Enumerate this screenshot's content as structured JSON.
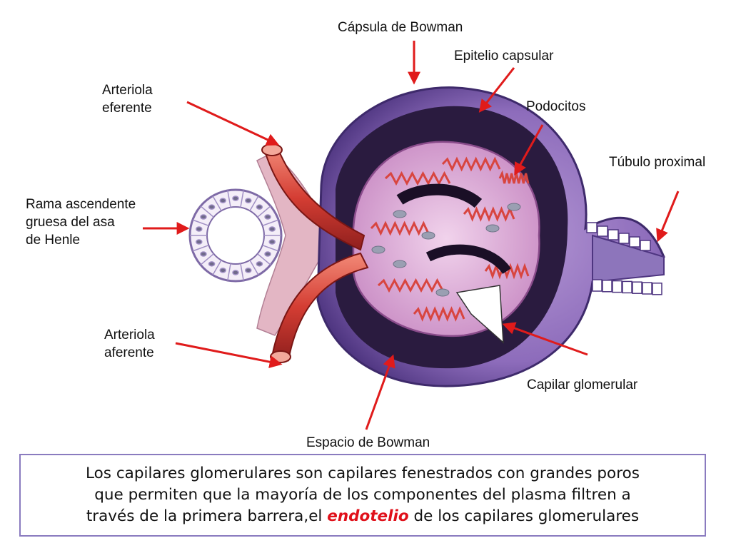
{
  "labels": {
    "capsula_bowman": "Cápsula de Bowman",
    "epitelio_capsular": "Epitelio capsular",
    "podocitos": "Podocitos",
    "tubulo_proximal": "Túbulo proximal",
    "arteriola_eferente": [
      "Arteriola",
      "eferente"
    ],
    "rama_ascendente": [
      "Rama ascendente",
      "gruesa del asa",
      "de Henle"
    ],
    "arteriola_aferente": [
      "Arteriola",
      "aferente"
    ],
    "capilar_glomerular": "Capilar glomerular",
    "espacio_bowman": "Espacio de Bowman"
  },
  "caption": {
    "line1": "Los capilares glomerulares son capilares fenestrados con grandes poros",
    "line2": "que permiten que la mayoría de los componentes del plasma filtren a",
    "line3_before": "través de la primera barrera,el ",
    "line3_emphasis": "endotelio",
    "line3_after": " de los capilares glomerulares"
  },
  "colors": {
    "arrow": "#e01b1b",
    "capsule": "#6b4e9c",
    "tissue": "#c98fc4",
    "vessel": "#d6403a",
    "caption_border": "#8a7bbf",
    "emphasis": "#e0101a"
  }
}
